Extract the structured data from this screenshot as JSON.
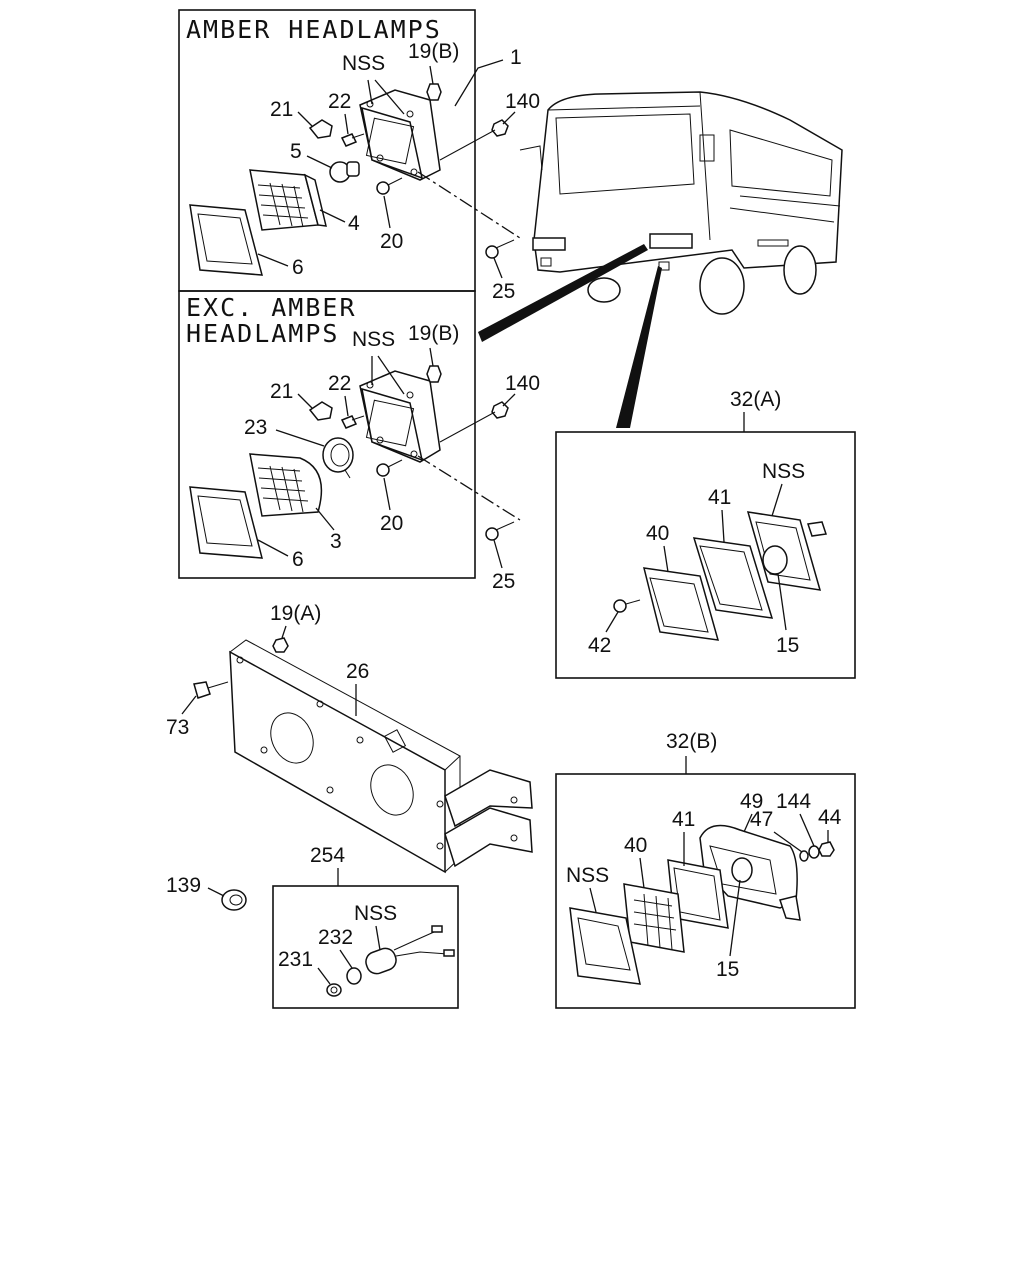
{
  "panels": {
    "amber": {
      "heading_line1": "AMBER HEADLAMPS"
    },
    "exc_amber": {
      "heading_line1": "EXC. AMBER",
      "heading_line2": "HEADLAMPS"
    }
  },
  "callouts": {
    "amber_1": "1",
    "amber_nss": "NSS",
    "amber_19b": "19(B)",
    "amber_140": "140",
    "amber_21": "21",
    "amber_22": "22",
    "amber_5": "5",
    "amber_4": "4",
    "amber_20": "20",
    "amber_6": "6",
    "amber_25": "25",
    "exc_nss": "NSS",
    "exc_19b": "19(B)",
    "exc_140": "140",
    "exc_21": "21",
    "exc_22": "22",
    "exc_23": "23",
    "exc_20": "20",
    "exc_3": "3",
    "exc_6": "6",
    "exc_25": "25",
    "a32": "32(A)",
    "a32_nss": "NSS",
    "a32_41": "41",
    "a32_40": "40",
    "a32_42": "42",
    "a32_15": "15",
    "bracket_19a": "19(A)",
    "bracket_26": "26",
    "bracket_73": "73",
    "b32": "32(B)",
    "b32_49": "49",
    "b32_144": "144",
    "b32_44": "44",
    "b32_41": "41",
    "b32_47": "47",
    "b32_40": "40",
    "b32_nss": "NSS",
    "b32_15": "15",
    "n139": "139",
    "n254": "254",
    "n254_nss": "NSS",
    "n232": "232",
    "n231": "231"
  }
}
